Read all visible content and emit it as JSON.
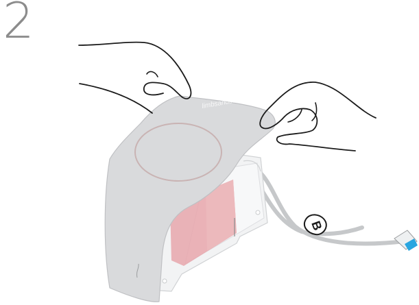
{
  "step": {
    "number": "2"
  },
  "watermark": {
    "text": "limbsandthings.com"
  },
  "label_glyph": "B",
  "colors": {
    "step_number": "#8c8c8c",
    "skin_cover": "#d9dadc",
    "skin_cover_edge": "#bfc0c3",
    "insert_pink": "#e7a6ac",
    "tray_clear": "#f2f3f4",
    "tube": "#c6c8ca",
    "connector_blue": "#2aa6e0",
    "line": "#1a1a1a"
  },
  "icons": [
    "hand-left-icon",
    "hand-right-icon",
    "tube-label-tag-icon",
    "tube-connector-icon"
  ]
}
